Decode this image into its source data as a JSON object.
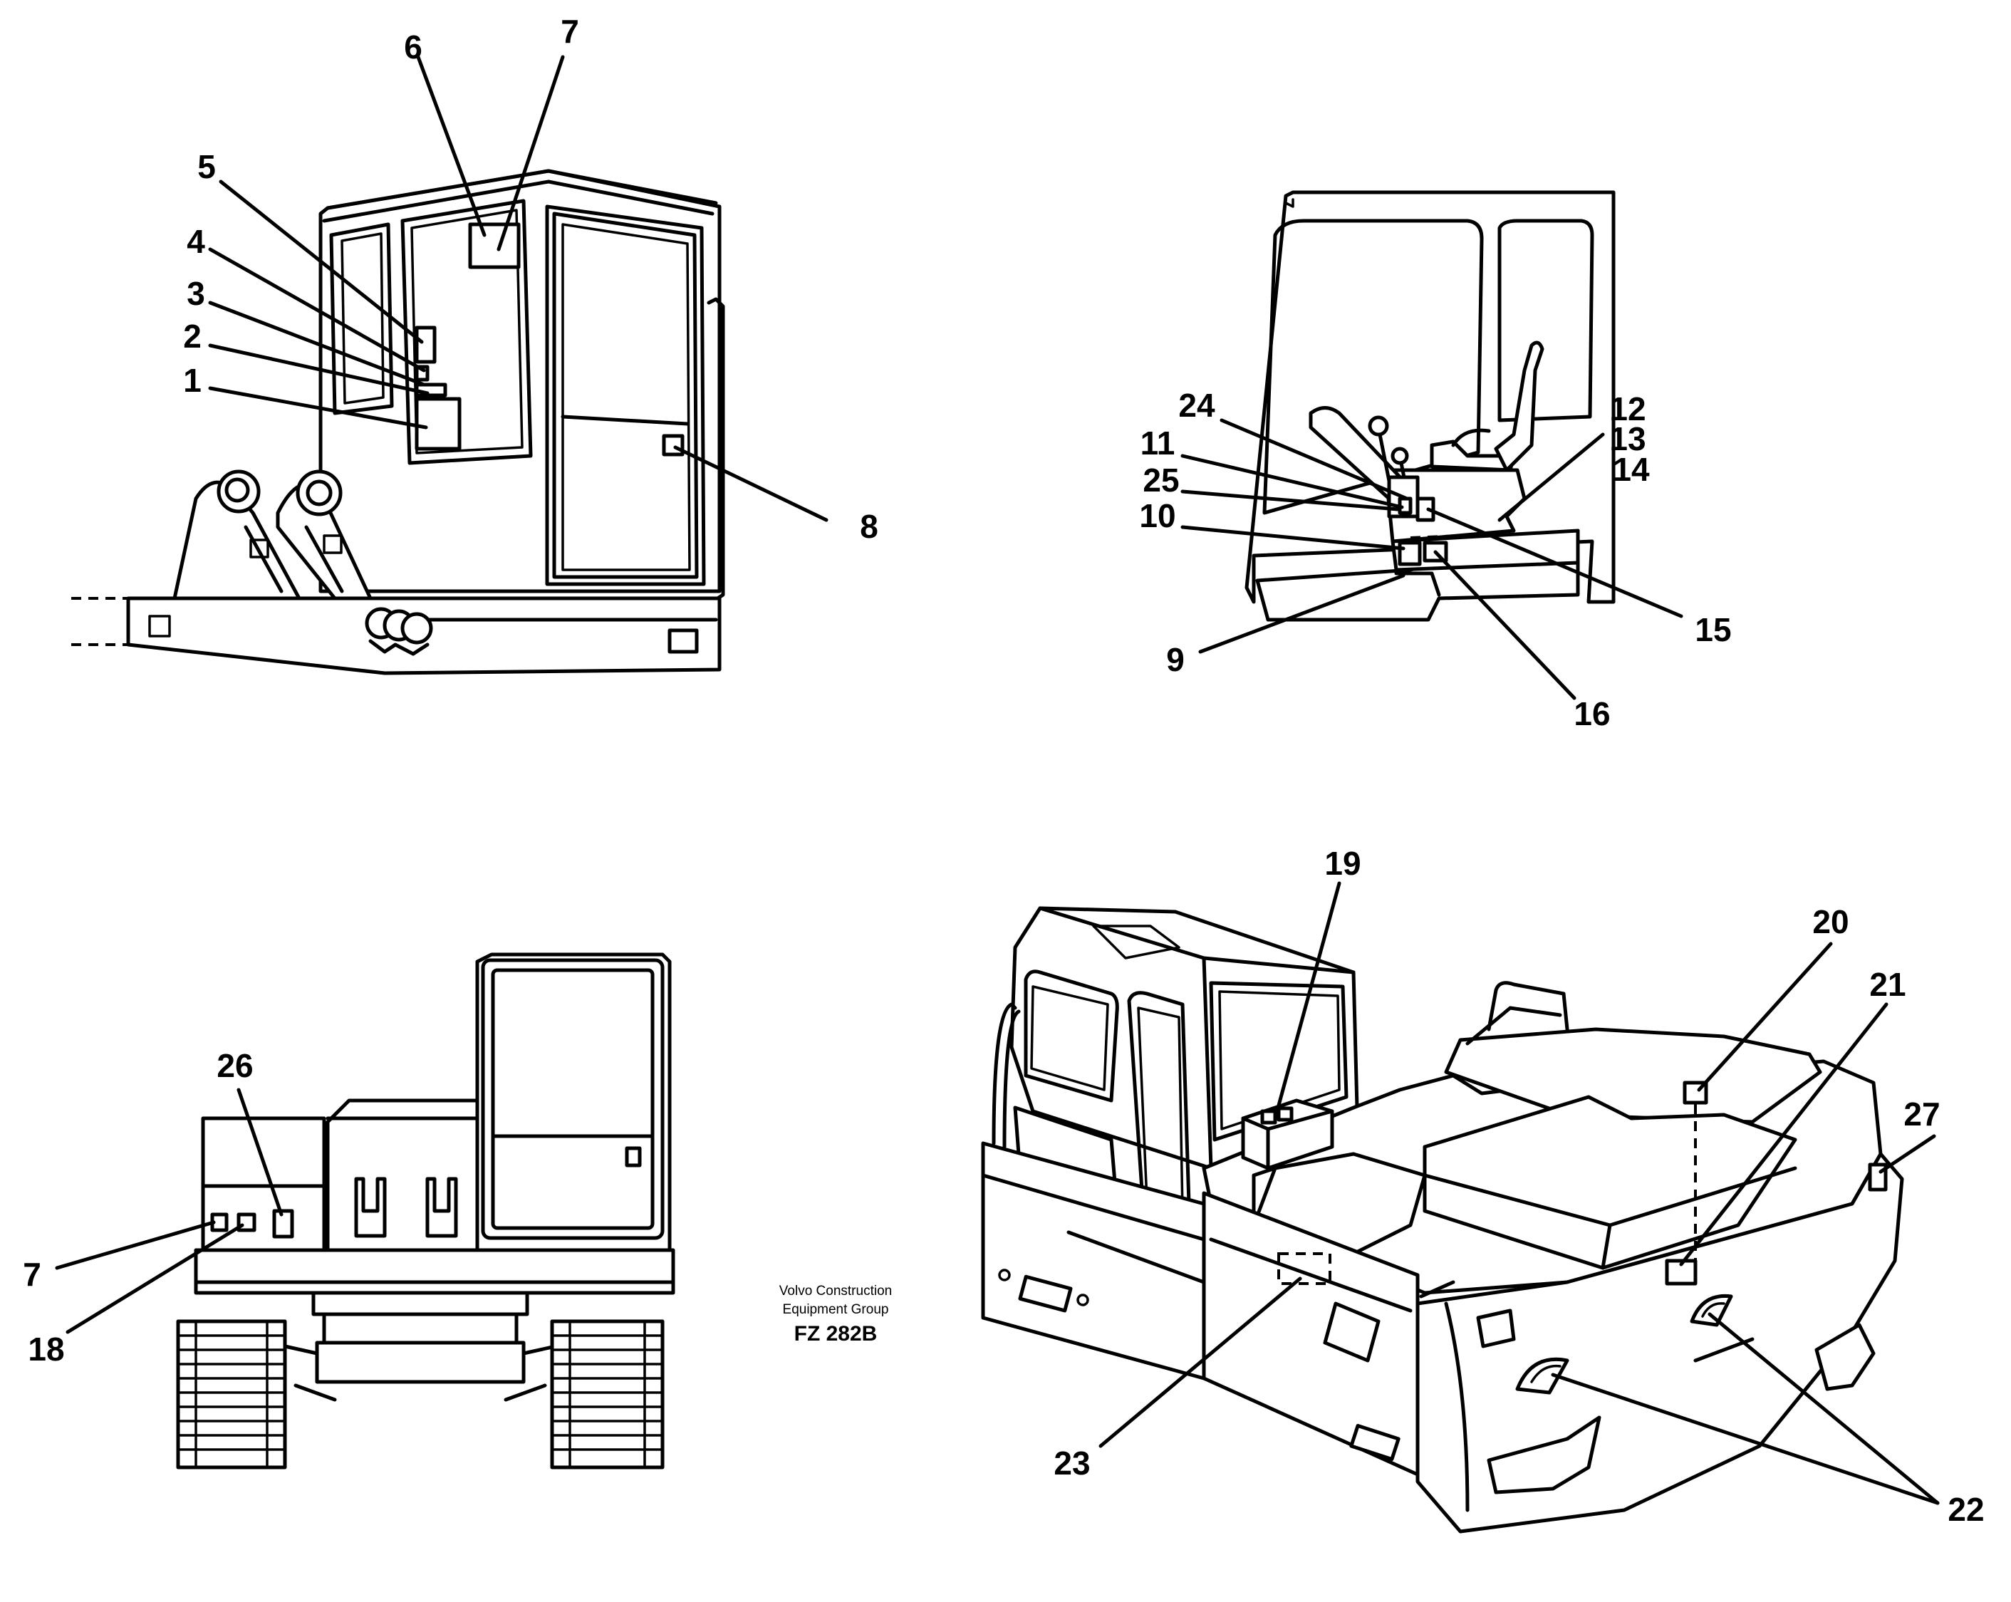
{
  "caption": {
    "line1": "Volvo Construction",
    "line2": "Equipment Group",
    "code": "FZ 282B"
  },
  "callouts": {
    "c1": "1",
    "c2": "2",
    "c3": "3",
    "c4": "4",
    "c5": "5",
    "c6": "6",
    "c7": "7",
    "c8": "8",
    "c9": "9",
    "c10": "10",
    "c11": "11",
    "c12": "12",
    "c13": "13",
    "c14": "14",
    "c15": "15",
    "c16": "16",
    "c7b": "7",
    "c18": "18",
    "c19": "19",
    "c20": "20",
    "c21": "21",
    "c22": "22",
    "c23": "23",
    "c24": "24",
    "c25": "25",
    "c26": "26",
    "c27": "27"
  }
}
